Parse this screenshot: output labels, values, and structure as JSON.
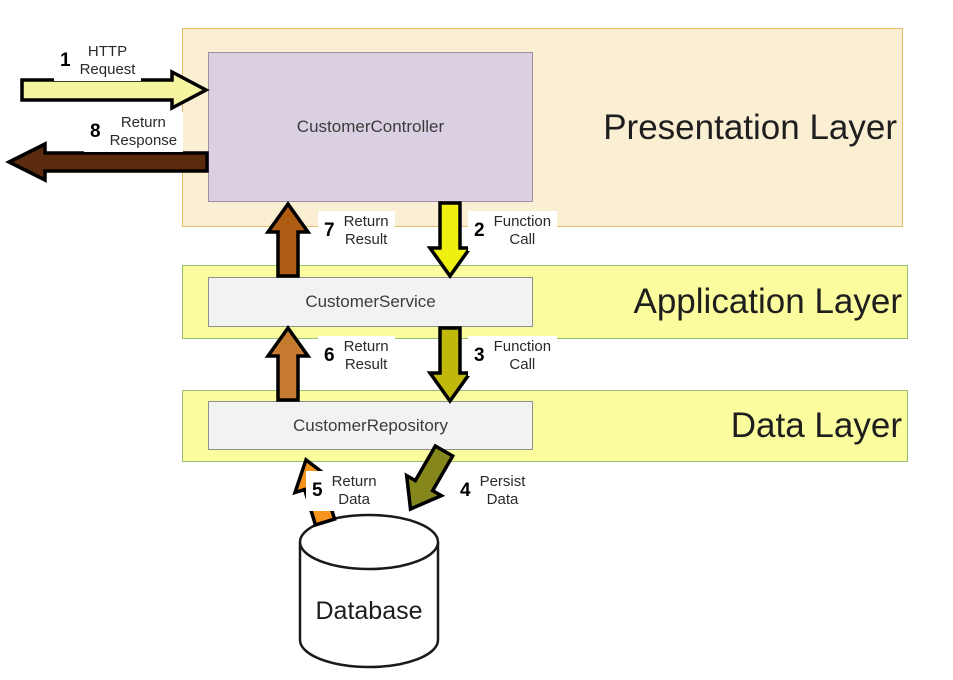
{
  "layers": [
    {
      "label": "Presentation Layer",
      "fill": "#FBEFD3",
      "border": "#E5BE6C"
    },
    {
      "label": "Application Layer",
      "fill": "#FAFC9E",
      "border": "#94BE70"
    },
    {
      "label": "Data Layer",
      "fill": "#FAFC9E",
      "border": "#94BE70"
    }
  ],
  "components": [
    {
      "label": "CustomerController",
      "fill": "#DAD0E2",
      "border": "#9E8FA7"
    },
    {
      "label": "CustomerService",
      "fill": "#F2F2F2",
      "border": "#8F8F8F"
    },
    {
      "label": "CustomerRepository",
      "fill": "#F2F2F2",
      "border": "#8F8F8F"
    }
  ],
  "database": {
    "label": "Database",
    "fill": "#FFFFFF",
    "stroke": "#1A1A1A"
  },
  "arrow_outline": "#000000",
  "flows": [
    {
      "num": "1",
      "line1": "HTTP",
      "line2": "Request",
      "color": "#F5F5A1"
    },
    {
      "num": "2",
      "line1": "Function",
      "line2": "Call",
      "color": "#EFEF10"
    },
    {
      "num": "3",
      "line1": "Function",
      "line2": "Call",
      "color": "#C1B80C"
    },
    {
      "num": "4",
      "line1": "Persist",
      "line2": "Data",
      "color": "#85871C"
    },
    {
      "num": "5",
      "line1": "Return",
      "line2": "Data",
      "color": "#F7941E"
    },
    {
      "num": "6",
      "line1": "Return",
      "line2": "Result",
      "color": "#C67B30"
    },
    {
      "num": "7",
      "line1": "Return",
      "line2": "Result",
      "color": "#AE5B13"
    },
    {
      "num": "8",
      "line1": "Return",
      "line2": "Response",
      "color": "#5B2B0D"
    }
  ]
}
